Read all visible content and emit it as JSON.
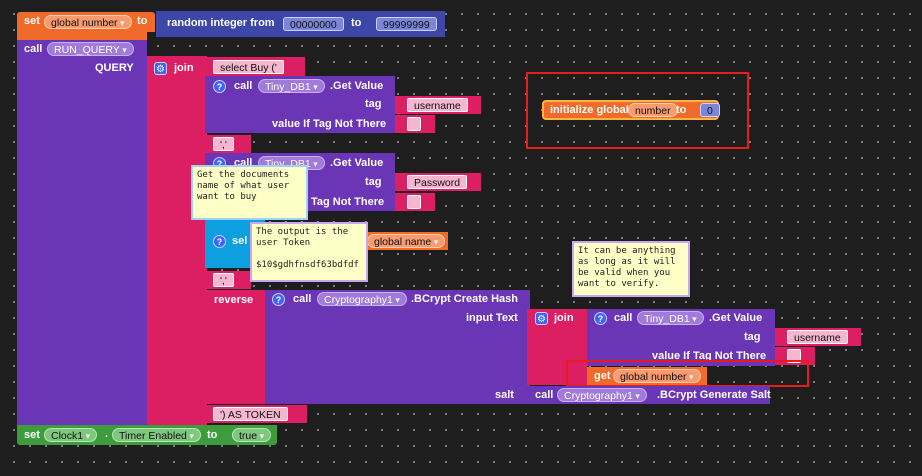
{
  "set1": {
    "kw_set": "set",
    "var": "global number",
    "kw_to": "to"
  },
  "random": {
    "label": "random integer from",
    "from": "00000000",
    "kw_to": "to",
    "to_val": "99999999"
  },
  "call_query": {
    "kw_call": "call",
    "proc": "RUN_QUERY",
    "param": "QUERY"
  },
  "join1": {
    "kw": "join",
    "t_select": " select Buy (' ",
    "t_quote1": " ',' ",
    "t_quote2": " ',' ",
    "t_astoken": " ') AS TOKEN "
  },
  "tinydb1": {
    "kw_call": "call",
    "comp": "Tiny_DB1",
    "method": ".Get Value",
    "tag_lbl": "tag",
    "tag_val": "username",
    "vit_lbl": "value If Tag Not There"
  },
  "tinydb2": {
    "kw_call": "call",
    "comp": "Tiny_DB1",
    "method": ".Get Value",
    "tag_lbl": "tag",
    "tag_val": "Password",
    "vit_lbl": "Tag Not There"
  },
  "get_name": {
    "kw": "sel",
    "var": "global name"
  },
  "reverse": {
    "kw": "reverse"
  },
  "crypto1": {
    "kw_call": "call",
    "comp": "Cryptography1",
    "method": ".BCrypt Create Hash",
    "input_lbl": "input Text",
    "salt_lbl": "salt"
  },
  "join2": {
    "kw": "join"
  },
  "tinydb3": {
    "kw_call": "call",
    "comp": "Tiny_DB1",
    "method": ".Get Value",
    "tag_lbl": "tag",
    "tag_val": "username",
    "vit_lbl": "value If Tag Not There"
  },
  "get_number": {
    "kw": "get",
    "var": "global number"
  },
  "crypto2": {
    "kw_call": "call",
    "comp": "Cryptography1",
    "method": ".BCrypt Generate Salt"
  },
  "set_clock": {
    "kw_set": "set",
    "comp": "Clock1",
    "prop": "Timer Enabled",
    "kw_to": "to",
    "val": "true"
  },
  "init": {
    "label": "initialize global",
    "var": "number",
    "kw_to": "to",
    "val": "0"
  },
  "comments": {
    "c1": "Get the documents\nname of what user\nwant to buy",
    "c2": "The output is the\nuser Token\n\n$10$gdhfnsdf63bdfdf",
    "c3": "It can be anything\nas long as it will\nbe valid when you\nwant to verify."
  },
  "colors": {
    "highlight": "#e81b1b",
    "variable": "#f06a2a",
    "procedure": "#6a36b5",
    "text": "#dc1f63",
    "math": "#3d47a8",
    "component": "#3d9d3d"
  }
}
